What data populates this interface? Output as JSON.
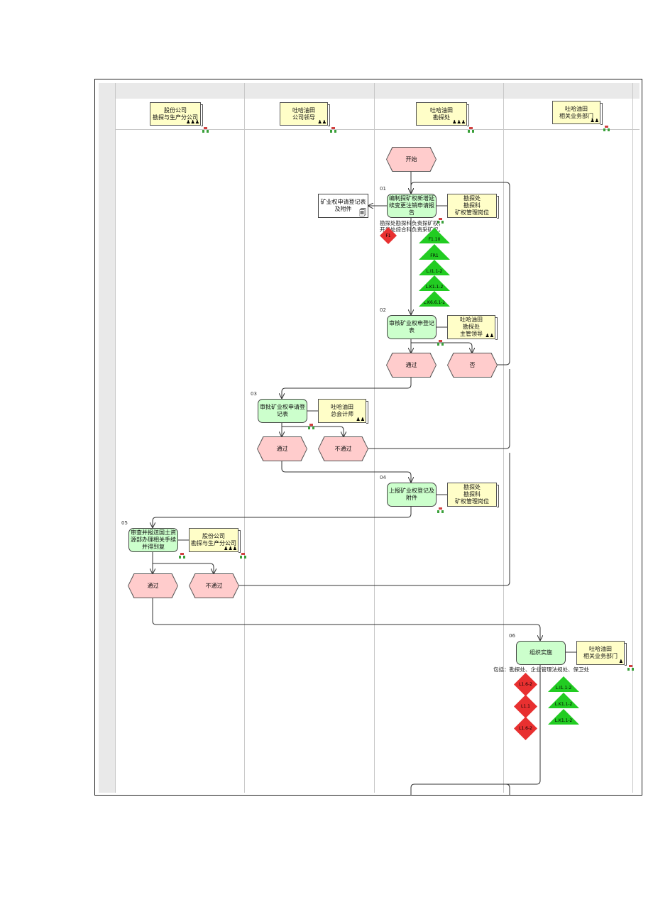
{
  "lanes": [
    {
      "role": [
        "股份公司",
        "勘探与生产分公司"
      ]
    },
    {
      "role": [
        "吐哈油田",
        "公司领导"
      ]
    },
    {
      "role": [
        "吐哈油田",
        "勘探处"
      ]
    },
    {
      "role": [
        "吐哈油田",
        "相关业务部门"
      ]
    }
  ],
  "start": "开始",
  "steps": [
    {
      "num": "01",
      "task": "编制探矿权新增延续变更注销申请报告",
      "role": [
        "勘探处",
        "勘探科",
        "矿权管理岗位"
      ],
      "doc": "矿业权申请登记表及附件",
      "note": [
        "勘探处勘探科负责探矿权；",
        "开发处综合科负责采矿权。"
      ],
      "risk": "F1"
    },
    {
      "num": "02",
      "task": "审核矿业权申登记表",
      "role": [
        "吐哈油田",
        "勘探处",
        "主管领导"
      ],
      "yes": "通过",
      "no": "否"
    },
    {
      "num": "03",
      "task": "审批矿业权申请登记表",
      "role": [
        "吐哈油田",
        "总会计师"
      ],
      "yes": "通过",
      "no": "不通过"
    },
    {
      "num": "04",
      "task": "上报矿业权登记及附件",
      "role": [
        "勘探处",
        "勘探科",
        "矿权管理岗位"
      ]
    },
    {
      "num": "05",
      "task": "审查并报送国土资源部办理相关手续并得到复",
      "role": [
        "股份公司",
        "勘探与生产分公司"
      ],
      "yes": "通过",
      "no": "不通过"
    },
    {
      "num": "06",
      "task": "组织实施",
      "role": [
        "吐哈油田",
        "相关业务部门"
      ],
      "note": "包括：勘探处、企业管理法规处、保卫处"
    }
  ],
  "controls_01": [
    "F1.10",
    "FR1",
    "L.I1.1-2",
    "L.K1.1-2",
    "L.K6.6.1-2"
  ],
  "controls_06_green": [
    "L.I1.1-2",
    "L.K1.1-2",
    "L.K1.1-2"
  ],
  "controls_06_red": [
    "L1.6-2",
    "L1.1",
    "L1.6-2"
  ],
  "icons": {
    "people": "people-group-icon",
    "org": "org-chart-icon",
    "doc": "document-icon"
  },
  "colors": {
    "task": "#ccffcc",
    "role": "#fffec8",
    "event": "#ffcccc",
    "control": "#22cc22",
    "risk": "#e83030"
  }
}
